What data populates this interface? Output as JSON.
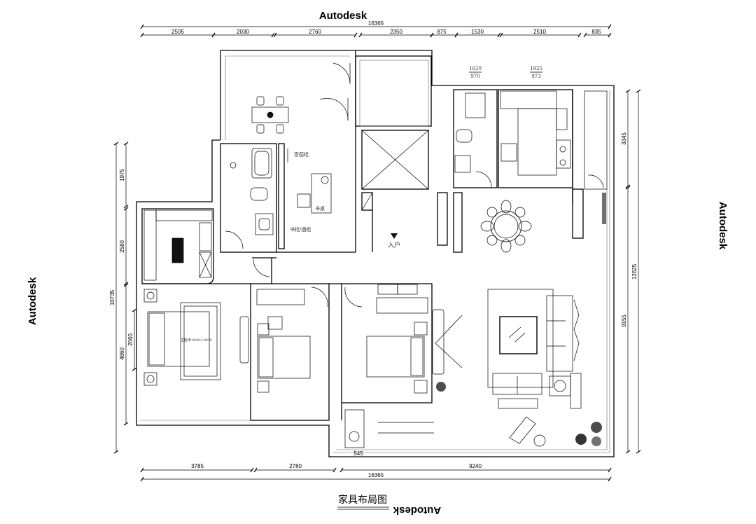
{
  "watermarks": {
    "top": "Autodesk",
    "right": "Autodesk",
    "left": "Autodesk",
    "bottom": "Autodesk"
  },
  "dimensions": {
    "top_total": "16365",
    "top_segments": [
      "2505",
      "2030",
      "2760",
      "2350",
      "875",
      "1530",
      "2510",
      "835"
    ],
    "window_marks": [
      {
        "top": "1620",
        "bottom": "970"
      },
      {
        "top": "1925",
        "bottom": "973"
      }
    ],
    "left_total": "10735",
    "left_segments": [
      "1975",
      "2580",
      "4860"
    ],
    "left_inner": "2060",
    "right_segments": [
      "3345",
      "9155"
    ],
    "right_total": "12625",
    "bottom_segments": [
      "3785",
      "2780",
      "9240"
    ],
    "bottom_total": "16365",
    "small_mark": "545"
  },
  "room_labels": {
    "cigar_cabinet": "雪茄柜",
    "desk": "书桌",
    "bookcase": "书柜/酒柜",
    "entrance": "入户",
    "master_bed": "主卧床1800×2000"
  },
  "drawing_title": "家具布局图"
}
